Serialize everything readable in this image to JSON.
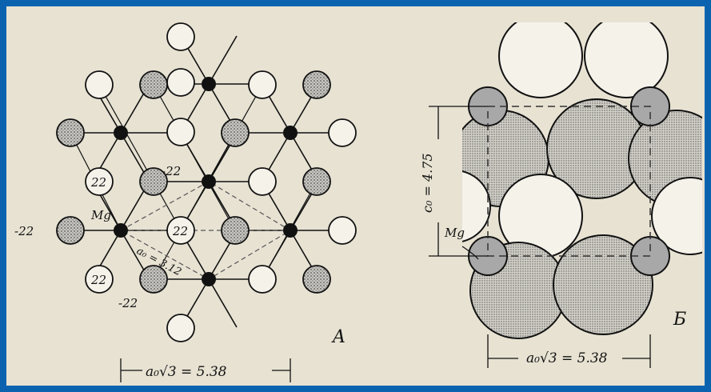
{
  "panel_a": {
    "label": "A",
    "mg_label": "Mg",
    "charge_labels": [
      "22",
      "22",
      "22"
    ],
    "neg_labels": [
      "-22",
      "-22",
      "-22"
    ],
    "distance_label": "a₀ = 3.12",
    "bottom_dimension": "a₀√3 = 5.38"
  },
  "panel_b": {
    "label": "Б",
    "mg_label": "Mg",
    "c_label": "c₀ = 4.75",
    "bottom_dimension": "a₀√3 = 5.38"
  },
  "colors": {
    "frame": "#0b63b0",
    "paper": "#e7e2d2",
    "ink": "#111111",
    "shaded": "#a9a9a9"
  }
}
